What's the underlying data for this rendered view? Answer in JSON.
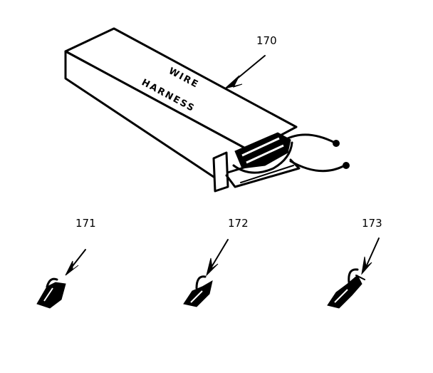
{
  "parts": [
    {
      "id": "wire-harness",
      "number": "170",
      "label_line1": "WIRE",
      "label_line2": "HARNESS"
    },
    {
      "id": "terminal-1",
      "number": "171"
    },
    {
      "id": "terminal-2",
      "number": "172"
    },
    {
      "id": "terminal-3",
      "number": "173"
    }
  ],
  "colors": {
    "ink": "#000000",
    "paper": "#ffffff"
  }
}
